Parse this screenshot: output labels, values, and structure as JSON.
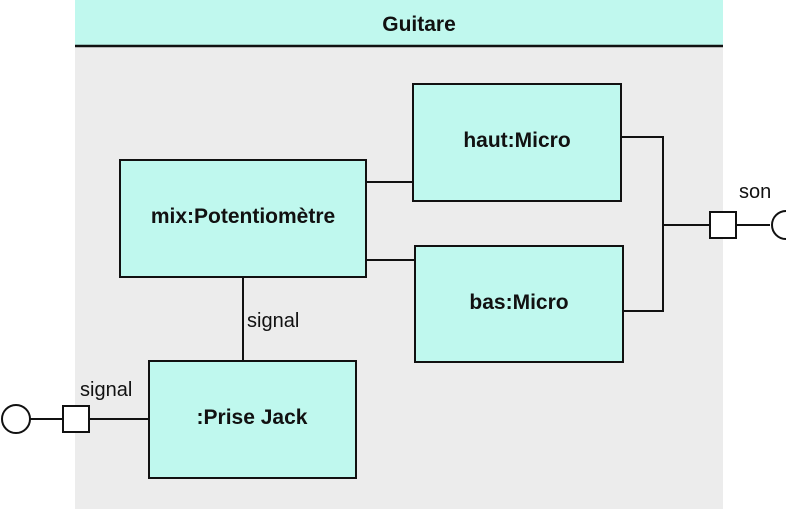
{
  "block": {
    "title": "Guitare"
  },
  "parts": {
    "mix": "mix:Potentiomètre",
    "haut": "haut:Micro",
    "bas": "bas:Micro",
    "jack": ":Prise Jack"
  },
  "labels": {
    "signal_internal": "signal",
    "signal_external": "signal",
    "son": "son"
  },
  "colors": {
    "part_fill": "#bff8ee",
    "header_fill": "#c0f8ee",
    "block_background": "#ececec",
    "stroke": "#111111"
  }
}
